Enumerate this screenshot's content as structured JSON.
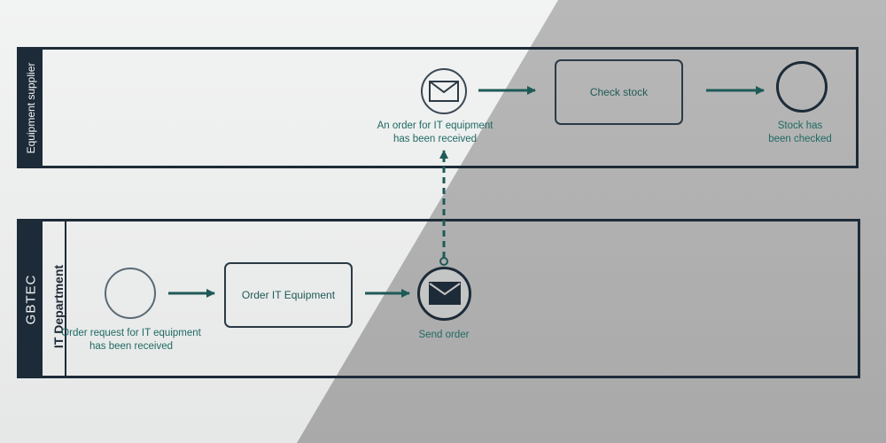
{
  "pools": {
    "supplier": {
      "label": "Equipment supplier"
    },
    "gbtec": {
      "label": "GBTEC",
      "lane_label": "IT Department"
    }
  },
  "supplier": {
    "message_start_caption": [
      "An order for IT equipment",
      "has been received"
    ],
    "task_check_stock": "Check stock",
    "end_caption": [
      "Stock has",
      "been checked"
    ]
  },
  "gbtec": {
    "start_caption": [
      "Order request for IT equipment",
      "has been received"
    ],
    "task_order": "Order IT Equipment",
    "send_caption": "Send order"
  },
  "colors": {
    "pool_border": "#1d2b38",
    "flow_accent": "#1f5a57",
    "caption_text": "#1f6a63"
  }
}
